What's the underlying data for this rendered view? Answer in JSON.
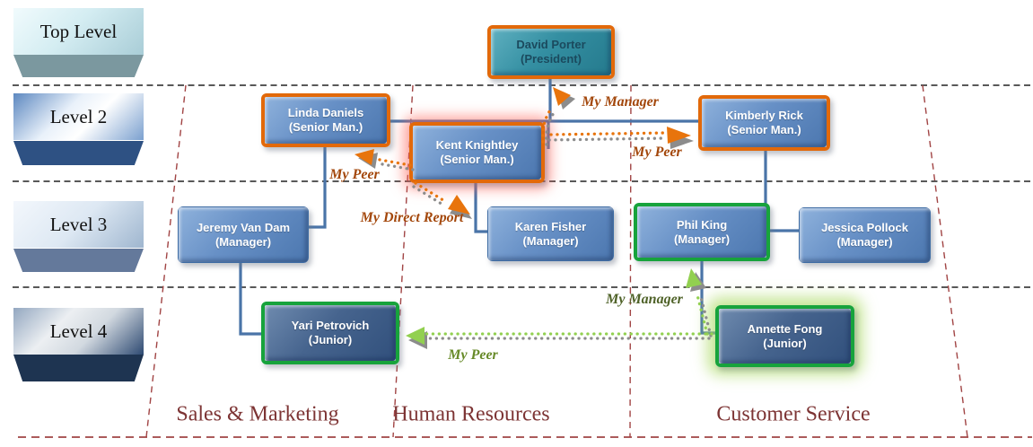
{
  "levels": [
    {
      "label": "Top Level"
    },
    {
      "label": "Level 2"
    },
    {
      "label": "Level 3"
    },
    {
      "label": "Level 4"
    }
  ],
  "departments": [
    {
      "label": "Sales & Marketing"
    },
    {
      "label": "Human Resources"
    },
    {
      "label": "Customer Service"
    }
  ],
  "people": [
    {
      "name": "David Porter",
      "title": "(President)"
    },
    {
      "name": "Linda Daniels",
      "title": "(Senior Man.)"
    },
    {
      "name": "Kent Knightley",
      "title": "(Senior Man.)"
    },
    {
      "name": "Kimberly Rick",
      "title": "(Senior Man.)"
    },
    {
      "name": "Jeremy Van Dam",
      "title": "(Manager)"
    },
    {
      "name": "Karen Fisher",
      "title": "(Manager)"
    },
    {
      "name": "Phil King",
      "title": "(Manager)"
    },
    {
      "name": "Jessica Pollock",
      "title": "(Manager)"
    },
    {
      "name": "Yari Petrovich",
      "title": "(Junior)"
    },
    {
      "name": "Annette Fong",
      "title": "(Junior)"
    }
  ],
  "relationship_labels": {
    "manager_orange": "My Manager",
    "peer_orange_right": "My Peer",
    "peer_orange_left": "My Peer",
    "direct_report_orange": "My Direct Report",
    "manager_green": "My Manager",
    "peer_green": "My Peer"
  },
  "colors": {
    "orange_accent": "#E2690A",
    "green_accent": "#17A33C",
    "node_blue": "#6790C6",
    "node_navy": "#46648E",
    "node_teal": "#348FA2",
    "connector_blue": "#4A74A8",
    "grid_black": "#222222",
    "grid_maroon": "#A14444",
    "arrow_orange": "#E8740C",
    "arrow_green": "#92D050",
    "arrow_shadow": "#8C8C8C",
    "label_orange": "#A3470B",
    "label_green_dark": "#4F6228",
    "label_green": "#678A28",
    "department_label": "#7D3434",
    "glow_red": "#FF645A",
    "glow_green": "#A8D95E"
  }
}
